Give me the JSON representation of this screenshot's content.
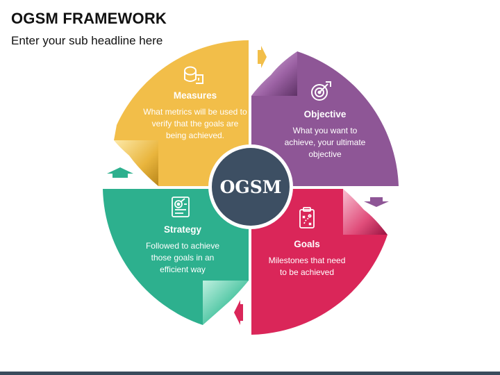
{
  "header": {
    "title": "OGSM FRAMEWORK",
    "subtitle": "Enter your sub headline here"
  },
  "center": {
    "label": "OGSM"
  },
  "quadrants": {
    "measures": {
      "title": "Measures",
      "description": "What metrics will be used to verify that the goals are being achieved.",
      "icon": "measuring-tape-icon",
      "color": "#F2BE49"
    },
    "objective": {
      "title": "Objective",
      "description": "What you want to achieve, your ultimate objective",
      "icon": "target-arrow-icon",
      "color": "#8E5696"
    },
    "goals": {
      "title": "Goals",
      "description": "Milestones that need to be achieved",
      "icon": "strategy-clipboard-icon",
      "color": "#DA2659"
    },
    "strategy": {
      "title": "Strategy",
      "description": "Followed to achieve those goals in an efficient way",
      "icon": "checklist-target-icon",
      "color": "#2DB08E"
    }
  },
  "colors": {
    "center_circle": "#3D4F63",
    "center_ring": "#FFFFFF",
    "bottom_bar": "#3A4B5C"
  }
}
